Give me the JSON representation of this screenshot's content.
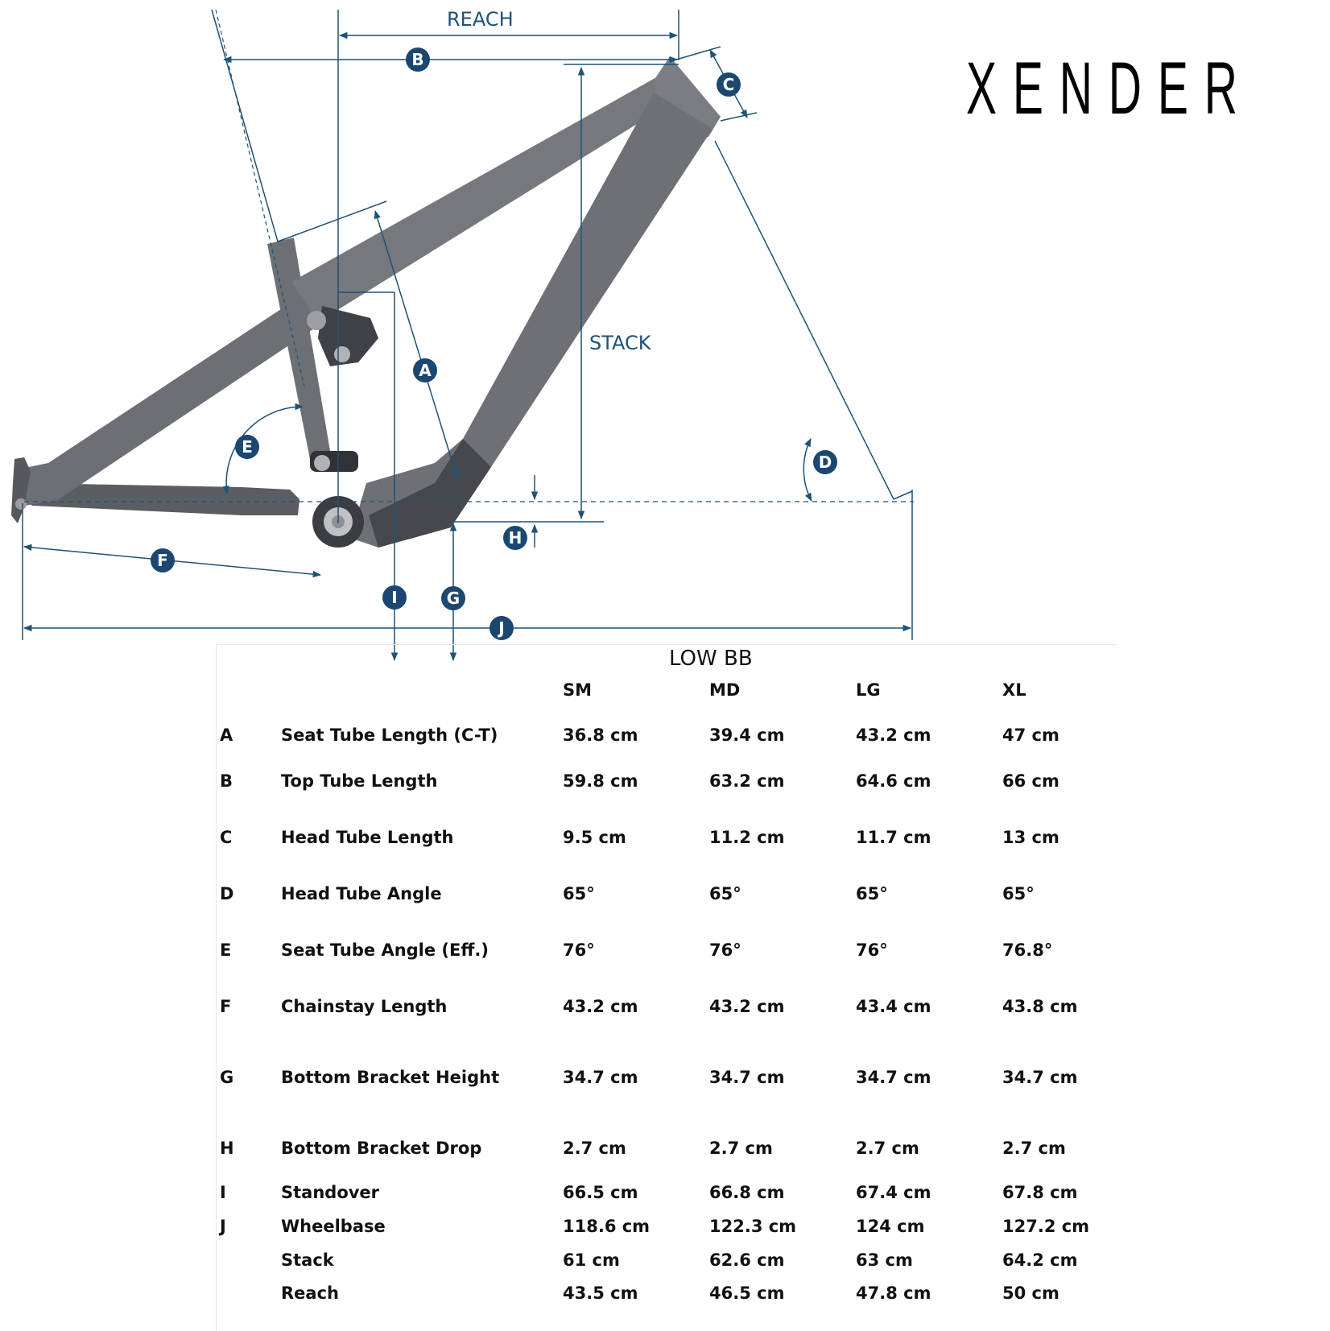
{
  "brand": "XENDER",
  "diagram": {
    "labels": {
      "reach": "REACH",
      "stack": "STACK"
    },
    "badges": [
      "A",
      "B",
      "C",
      "D",
      "E",
      "F",
      "G",
      "H",
      "I",
      "J"
    ],
    "colors": {
      "dimension": "#1f5277",
      "badge": "#1b4770",
      "frame": "#6c6f74",
      "frame_dark": "#44474b"
    }
  },
  "table": {
    "title": "LOW BB",
    "sizes": [
      "SM",
      "MD",
      "LG",
      "XL"
    ],
    "rows": [
      {
        "code": "A",
        "name": "Seat Tube Length (C-T)",
        "values": [
          "36.8 cm",
          "39.4 cm",
          "43.2 cm",
          "47 cm"
        ]
      },
      {
        "code": "B",
        "name": "Top Tube Length",
        "values": [
          "59.8 cm",
          "63.2 cm",
          "64.6 cm",
          "66 cm"
        ]
      },
      {
        "code": "C",
        "name": "Head Tube Length",
        "values": [
          "9.5 cm",
          "11.2 cm",
          "11.7 cm",
          "13 cm"
        ]
      },
      {
        "code": "D",
        "name": "Head Tube Angle",
        "values": [
          "65°",
          "65°",
          "65°",
          "65°"
        ]
      },
      {
        "code": "E",
        "name": "Seat Tube Angle (Eff.)",
        "values": [
          "76°",
          "76°",
          "76°",
          "76.8°"
        ]
      },
      {
        "code": "F",
        "name": "Chainstay Length",
        "values": [
          "43.2 cm",
          "43.2 cm",
          "43.4 cm",
          "43.8 cm"
        ]
      },
      {
        "code": "G",
        "name": "Bottom Bracket Height",
        "values": [
          "34.7 cm",
          "34.7 cm",
          "34.7 cm",
          "34.7 cm"
        ]
      },
      {
        "code": "H",
        "name": "Bottom Bracket Drop",
        "values": [
          "2.7 cm",
          "2.7 cm",
          "2.7 cm",
          "2.7 cm"
        ]
      },
      {
        "code": "I",
        "name": "Standover",
        "values": [
          "66.5 cm",
          "66.8 cm",
          "67.4 cm",
          "67.8 cm"
        ]
      },
      {
        "code": "J",
        "name": "Wheelbase",
        "values": [
          "118.6 cm",
          "122.3 cm",
          "124 cm",
          "127.2 cm"
        ]
      },
      {
        "code": "",
        "name": "Stack",
        "values": [
          "61 cm",
          "62.6 cm",
          "63 cm",
          "64.2 cm"
        ]
      },
      {
        "code": "",
        "name": "Reach",
        "values": [
          "43.5 cm",
          "46.5 cm",
          "47.8 cm",
          "50 cm"
        ]
      }
    ]
  }
}
